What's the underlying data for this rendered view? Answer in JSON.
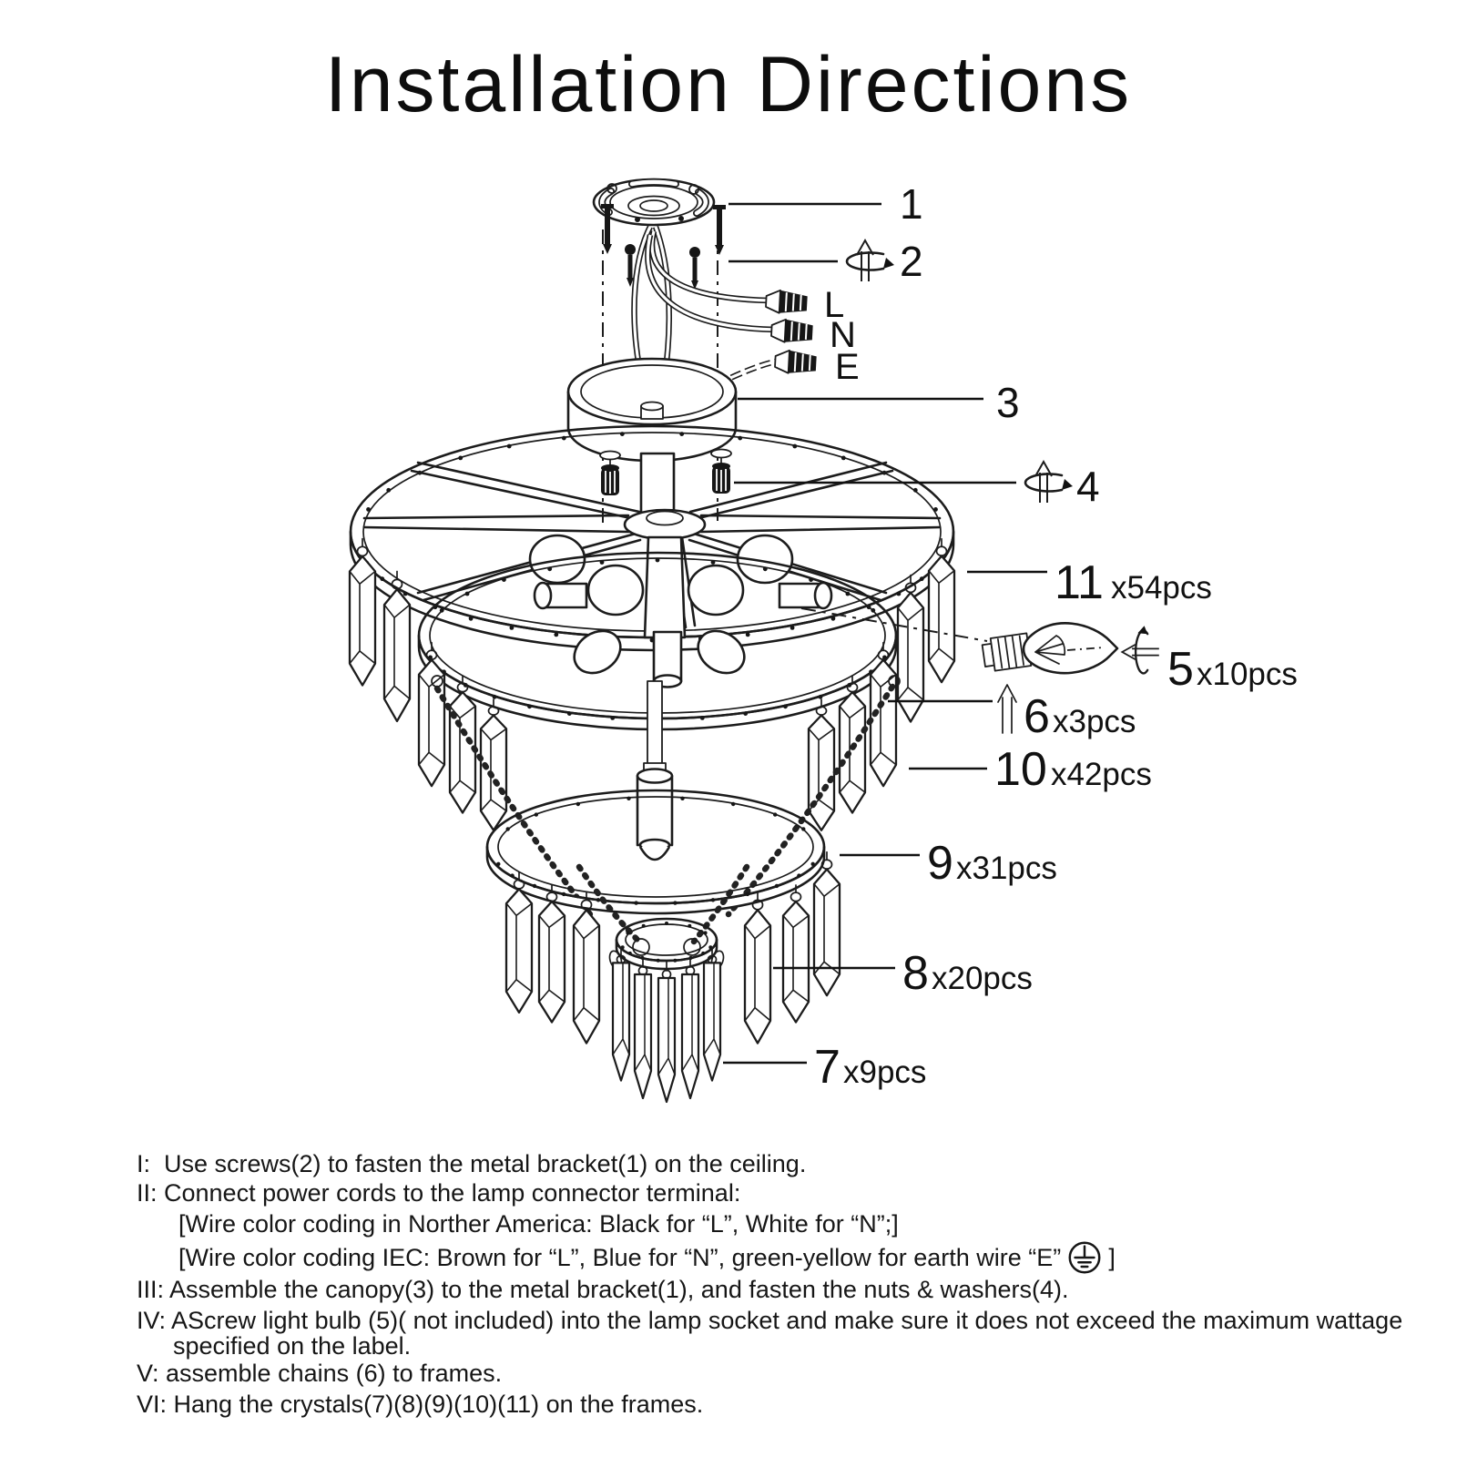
{
  "title": "Installation Directions",
  "wire_labels": {
    "live": "L",
    "neutral": "N",
    "earth": "E"
  },
  "parts": {
    "p1": {
      "num": "1"
    },
    "p2": {
      "num": "2"
    },
    "p3": {
      "num": "3"
    },
    "p4": {
      "num": "4"
    },
    "p5": {
      "num": "5",
      "qty": "x10pcs"
    },
    "p6": {
      "num": "6",
      "qty": "x3pcs"
    },
    "p7": {
      "num": "7",
      "qty": "x9pcs"
    },
    "p8": {
      "num": "8",
      "qty": "x20pcs"
    },
    "p9": {
      "num": "9",
      "qty": "x31pcs"
    },
    "p10": {
      "num": "10",
      "qty": "x42pcs"
    },
    "p11": {
      "num": "11",
      "qty": "x54pcs"
    }
  },
  "instructions": {
    "line1": "I:  Use screws(2) to fasten the metal bracket(1) on the ceiling.",
    "line2": "II: Connect power cords to the lamp connector terminal:",
    "line3": "[Wire color coding in Norther America: Black for “L”, White for “N”;]",
    "line4_pre": "[Wire color coding IEC: Brown for “L”, Blue for “N”, green-yellow for earth wire “E”",
    "line4_suffix": "]",
    "line5": "III: Assemble the canopy(3) to the metal bracket(1), and fasten the nuts & washers(4).",
    "line6": "IV: AScrew light bulb (5)( not included) into the lamp socket and make sure it does not exceed the maximum wattage",
    "line6b": "specified on the label.",
    "line7": "V: assemble chains (6) to frames.",
    "line8": "VI: Hang the crystals(7)(8)(9)(10)(11) on the frames."
  }
}
